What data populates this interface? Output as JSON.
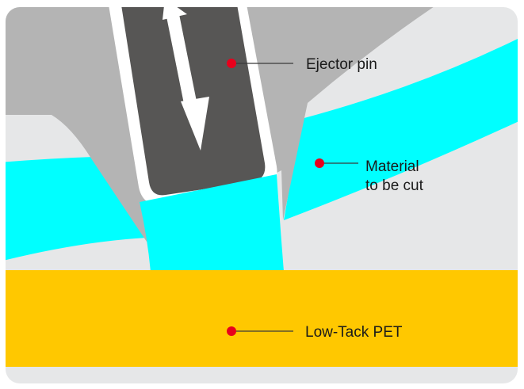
{
  "labels": {
    "ejector_pin": "Ejector pin",
    "material_line1": "Material",
    "material_line2": "to be cut",
    "low_tack_pet": "Low-Tack PET"
  },
  "colors": {
    "background_panel": "#e6e7e8",
    "die_blade": "#b4b4b4",
    "pin_outline": "#ffffff",
    "pin_body": "#575655",
    "arrow": "#ffffff",
    "material": "#00ffff",
    "pet_layer": "#ffc800",
    "marker_dot": "#e8001c",
    "leader_line": "#3a3a3a",
    "text": "#1a1a1a"
  },
  "icons": {
    "motion_arrow": "double-headed-arrow-icon",
    "marker": "red-dot-marker-icon"
  }
}
